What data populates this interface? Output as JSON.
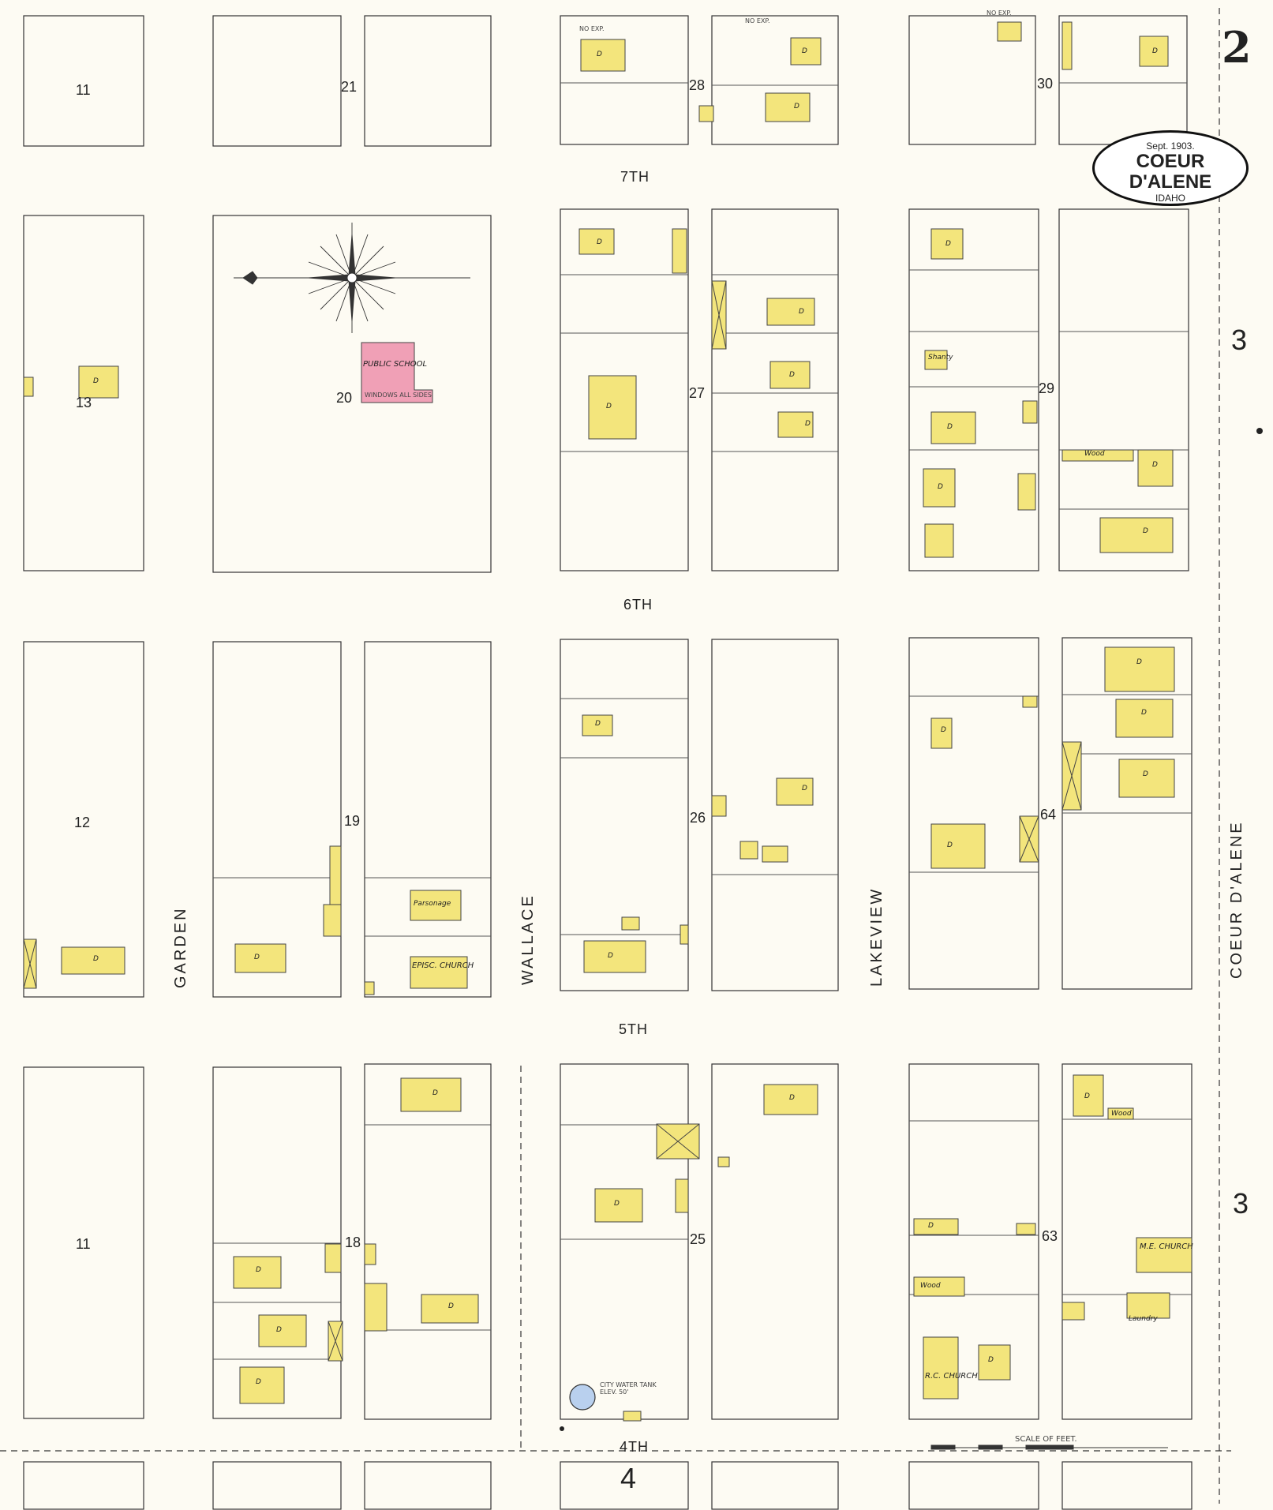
{
  "sheet": {
    "number": "2",
    "date": "Sept. 1903.",
    "city": "COEUR D'ALENE",
    "state": "IDAHO"
  },
  "streets": {
    "seventh": "7TH",
    "sixth": "6TH",
    "fifth": "5TH",
    "fourth": "4TH",
    "garden": "GARDEN",
    "wallace": "WALLACE",
    "lakeview": "LAKEVIEW",
    "coeur_dalene": "COEUR D'ALENE"
  },
  "block_numbers": [
    "11",
    "21",
    "28",
    "30",
    "13",
    "20",
    "27",
    "29",
    "12",
    "19",
    "26",
    "64",
    "11",
    "18",
    "25",
    "63"
  ],
  "adjacent_sheets": [
    "3",
    "3",
    "4"
  ],
  "buildings": {
    "school": "PUBLIC SCHOOL",
    "school_note": "WINDOWS ALL SIDES",
    "episcopal": "EPISC. CHURCH",
    "parsonage": "Parsonage",
    "me_church": "M.E. CHURCH",
    "rc_church": "R.C. CHURCH",
    "water_tank": "CITY WATER TANK ELEV. 50'",
    "dwelling": "D",
    "wood": "Wood",
    "shanty": "Shanty",
    "laundry": "Laundry",
    "no_exp": "NO EXP."
  },
  "scale_label": "SCALE OF FEET.",
  "colors": {
    "paper": "#fdfbf3",
    "frame": "#f3e57c",
    "brick": "#f0a0b6",
    "line": "#333333"
  }
}
